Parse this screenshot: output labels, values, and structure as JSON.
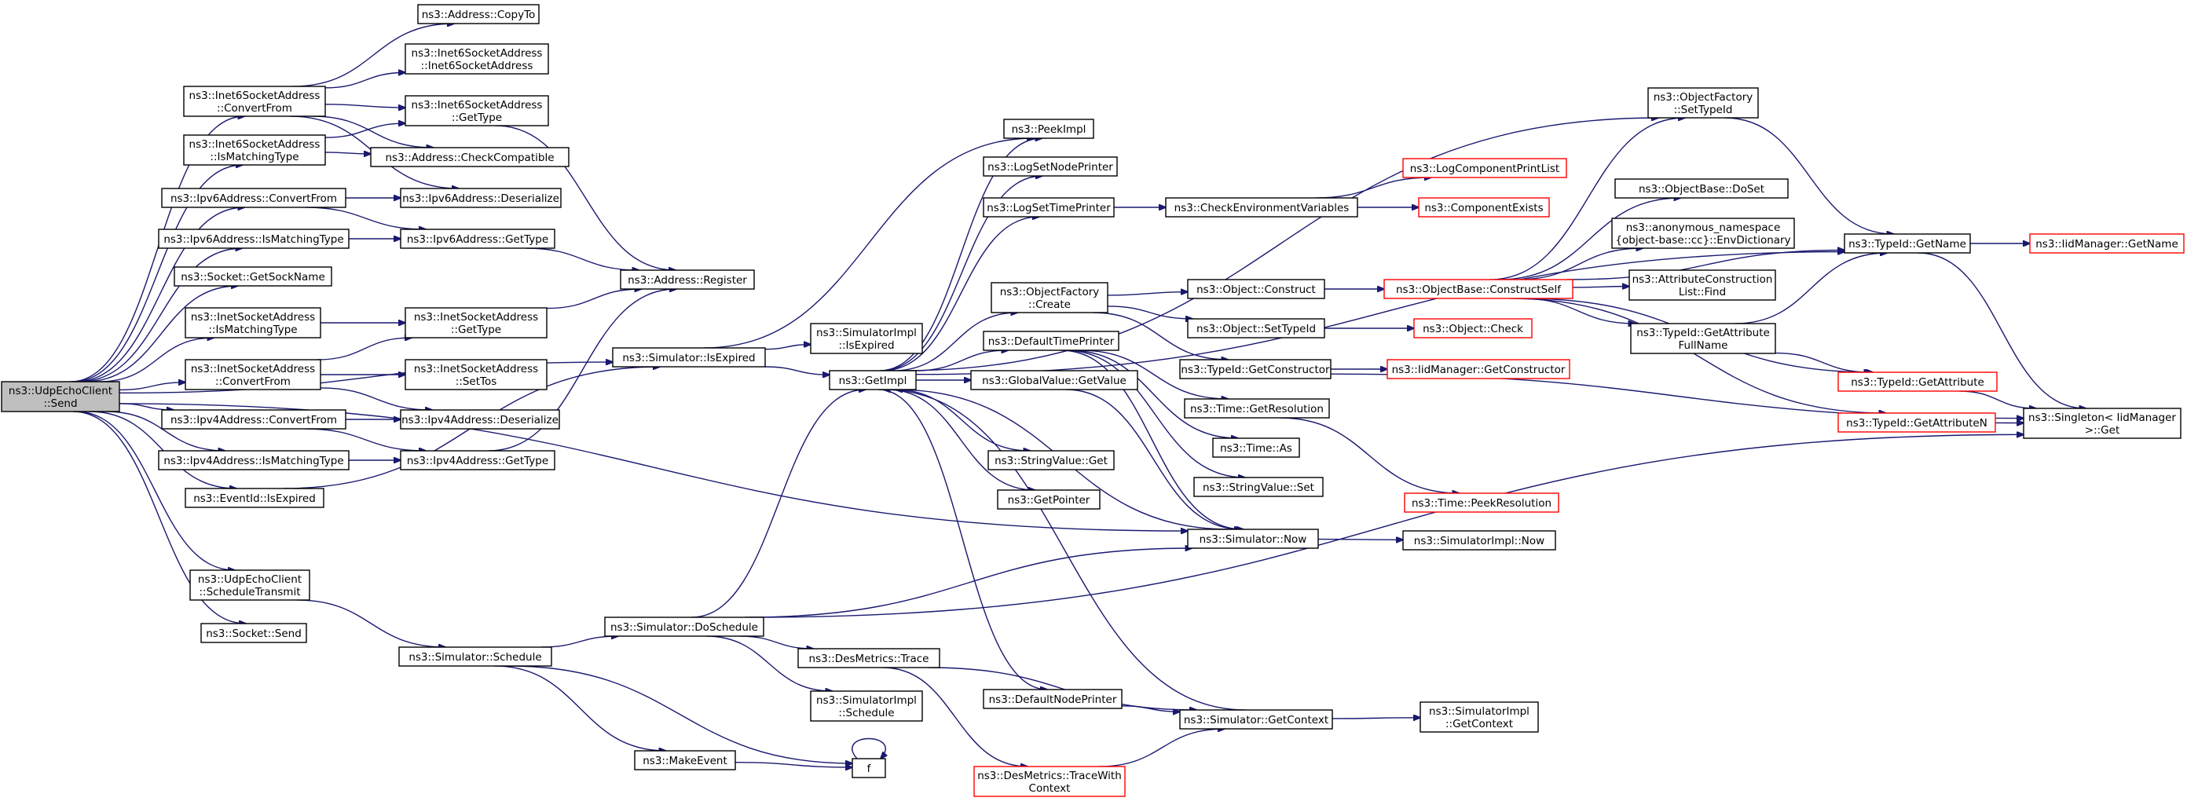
{
  "diagram": {
    "type": "call-graph",
    "colors": {
      "edge": "#191970",
      "box_border": "#000000",
      "box_fill": "#ffffff",
      "root_fill": "#bfbfbf",
      "missing_border": "#ff0000"
    },
    "nodes": [
      {
        "id": "root",
        "lines": [
          "ns3::UdpEchoClient",
          "::Send"
        ],
        "root": true
      },
      {
        "id": "addr_copyto",
        "lines": [
          "ns3::Address::CopyTo"
        ]
      },
      {
        "id": "i6sa_convertfrom",
        "lines": [
          "ns3::Inet6SocketAddress",
          "::ConvertFrom"
        ]
      },
      {
        "id": "i6sa_ctor",
        "lines": [
          "ns3::Inet6SocketAddress",
          "::Inet6SocketAddress"
        ]
      },
      {
        "id": "i6sa_gettype",
        "lines": [
          "ns3::Inet6SocketAddress",
          "::GetType"
        ]
      },
      {
        "id": "i6sa_ismatching",
        "lines": [
          "ns3::Inet6SocketAddress",
          "::IsMatchingType"
        ]
      },
      {
        "id": "addr_checkcompat",
        "lines": [
          "ns3::Address::CheckCompatible"
        ]
      },
      {
        "id": "ipv6_convertfrom",
        "lines": [
          "ns3::Ipv6Address::ConvertFrom"
        ]
      },
      {
        "id": "ipv6_deserialize",
        "lines": [
          "ns3::Ipv6Address::Deserialize"
        ]
      },
      {
        "id": "ipv6_ismatching",
        "lines": [
          "ns3::Ipv6Address::IsMatchingType"
        ]
      },
      {
        "id": "ipv6_gettype",
        "lines": [
          "ns3::Ipv6Address::GetType"
        ]
      },
      {
        "id": "socket_getsockname",
        "lines": [
          "ns3::Socket::GetSockName"
        ]
      },
      {
        "id": "addr_register",
        "lines": [
          "ns3::Address::Register"
        ]
      },
      {
        "id": "isa_ismatching",
        "lines": [
          "ns3::InetSocketAddress",
          "::IsMatchingType"
        ]
      },
      {
        "id": "isa_gettype",
        "lines": [
          "ns3::InetSocketAddress",
          "::GetType"
        ]
      },
      {
        "id": "isa_convertfrom",
        "lines": [
          "ns3::InetSocketAddress",
          "::ConvertFrom"
        ]
      },
      {
        "id": "isa_settos",
        "lines": [
          "ns3::InetSocketAddress",
          "::SetTos"
        ]
      },
      {
        "id": "ipv4_convertfrom",
        "lines": [
          "ns3::Ipv4Address::ConvertFrom"
        ]
      },
      {
        "id": "ipv4_deserialize",
        "lines": [
          "ns3::Ipv4Address::Deserialize"
        ]
      },
      {
        "id": "ipv4_ismatching",
        "lines": [
          "ns3::Ipv4Address::IsMatchingType"
        ]
      },
      {
        "id": "ipv4_gettype",
        "lines": [
          "ns3::Ipv4Address::GetType"
        ]
      },
      {
        "id": "eventid_isexpired",
        "lines": [
          "ns3::EventId::IsExpired"
        ]
      },
      {
        "id": "uec_scheduletransmit",
        "lines": [
          "ns3::UdpEchoClient",
          "::ScheduleTransmit"
        ]
      },
      {
        "id": "socket_send",
        "lines": [
          "ns3::Socket::Send"
        ]
      },
      {
        "id": "sim_schedule",
        "lines": [
          "ns3::Simulator::Schedule"
        ]
      },
      {
        "id": "makeevent",
        "lines": [
          "ns3::MakeEvent"
        ]
      },
      {
        "id": "f",
        "lines": [
          "f"
        ]
      },
      {
        "id": "sim_isexpired",
        "lines": [
          "ns3::Simulator::IsExpired"
        ]
      },
      {
        "id": "simimpl_isexpired",
        "lines": [
          "ns3::SimulatorImpl",
          "::IsExpired"
        ]
      },
      {
        "id": "getimpl",
        "lines": [
          "ns3::GetImpl"
        ]
      },
      {
        "id": "sim_doschedule",
        "lines": [
          "ns3::Simulator::DoSchedule"
        ]
      },
      {
        "id": "desmetrics_trace",
        "lines": [
          "ns3::DesMetrics::Trace"
        ]
      },
      {
        "id": "simimpl_schedule",
        "lines": [
          "ns3::SimulatorImpl",
          "::Schedule"
        ]
      },
      {
        "id": "desmetrics_tracewith",
        "lines": [
          "ns3::DesMetrics::TraceWith",
          "Context"
        ],
        "red": true
      },
      {
        "id": "peekimpl",
        "lines": [
          "ns3::PeekImpl"
        ]
      },
      {
        "id": "logsetnodeprinter",
        "lines": [
          "ns3::LogSetNodePrinter"
        ]
      },
      {
        "id": "logsettimeprinter",
        "lines": [
          "ns3::LogSetTimePrinter"
        ]
      },
      {
        "id": "objfactory_create",
        "lines": [
          "ns3::ObjectFactory",
          "::Create"
        ]
      },
      {
        "id": "defaulttimeprinter",
        "lines": [
          "ns3::DefaultTimePrinter"
        ]
      },
      {
        "id": "globalvalue_getvalue",
        "lines": [
          "ns3::GlobalValue::GetValue"
        ]
      },
      {
        "id": "stringvalue_get",
        "lines": [
          "ns3::StringValue::Get"
        ]
      },
      {
        "id": "getpointer",
        "lines": [
          "ns3::GetPointer"
        ]
      },
      {
        "id": "defaultnodeprinter",
        "lines": [
          "ns3::DefaultNodePrinter"
        ]
      },
      {
        "id": "checkenvvars",
        "lines": [
          "ns3::CheckEnvironmentVariables"
        ]
      },
      {
        "id": "logcomponentprintlist",
        "lines": [
          "ns3::LogComponentPrintList"
        ],
        "red": true
      },
      {
        "id": "componentexists",
        "lines": [
          "ns3::ComponentExists"
        ],
        "red": true
      },
      {
        "id": "object_construct",
        "lines": [
          "ns3::Object::Construct"
        ]
      },
      {
        "id": "object_settypeid",
        "lines": [
          "ns3::Object::SetTypeId"
        ]
      },
      {
        "id": "object_check",
        "lines": [
          "ns3::Object::Check"
        ],
        "red": true
      },
      {
        "id": "typeid_getconstructor",
        "lines": [
          "ns3::TypeId::GetConstructor"
        ]
      },
      {
        "id": "iidmanager_getconstructor",
        "lines": [
          "ns3::IidManager::GetConstructor"
        ],
        "red": true
      },
      {
        "id": "time_getresolution",
        "lines": [
          "ns3::Time::GetResolution"
        ]
      },
      {
        "id": "time_as",
        "lines": [
          "ns3::Time::As"
        ]
      },
      {
        "id": "stringvalue_set",
        "lines": [
          "ns3::StringValue::Set"
        ]
      },
      {
        "id": "time_peekresolution",
        "lines": [
          "ns3::Time::PeekResolution"
        ],
        "red": true
      },
      {
        "id": "sim_now",
        "lines": [
          "ns3::Simulator::Now"
        ]
      },
      {
        "id": "simimpl_now",
        "lines": [
          "ns3::SimulatorImpl::Now"
        ]
      },
      {
        "id": "sim_getcontext",
        "lines": [
          "ns3::Simulator::GetContext"
        ]
      },
      {
        "id": "simimpl_getcontext",
        "lines": [
          "ns3::SimulatorImpl",
          "::GetContext"
        ]
      },
      {
        "id": "objbase_constructself",
        "lines": [
          "ns3::ObjectBase::ConstructSelf"
        ],
        "red": true
      },
      {
        "id": "objfactory_settypeid",
        "lines": [
          "ns3::ObjectFactory",
          "::SetTypeId"
        ]
      },
      {
        "id": "objbase_doset",
        "lines": [
          "ns3::ObjectBase::DoSet"
        ]
      },
      {
        "id": "anon_envdict",
        "lines": [
          "ns3::anonymous_namespace",
          "{object-base::cc}::EnvDictionary"
        ]
      },
      {
        "id": "attrconstructionlist_find",
        "lines": [
          "ns3::AttributeConstruction",
          "List::Find"
        ]
      },
      {
        "id": "typeid_getattributefullname",
        "lines": [
          "ns3::TypeId::GetAttribute",
          "FullName"
        ]
      },
      {
        "id": "typeid_getname",
        "lines": [
          "ns3::TypeId::GetName"
        ]
      },
      {
        "id": "iidmanager_getname",
        "lines": [
          "ns3::IidManager::GetName"
        ],
        "red": true
      },
      {
        "id": "typeid_getattribute",
        "lines": [
          "ns3::TypeId::GetAttribute"
        ],
        "red": true
      },
      {
        "id": "typeid_getattributen",
        "lines": [
          "ns3::TypeId::GetAttributeN"
        ],
        "red": true
      },
      {
        "id": "singleton_get",
        "lines": [
          "ns3::Singleton< IidManager",
          " >::Get"
        ]
      }
    ]
  }
}
